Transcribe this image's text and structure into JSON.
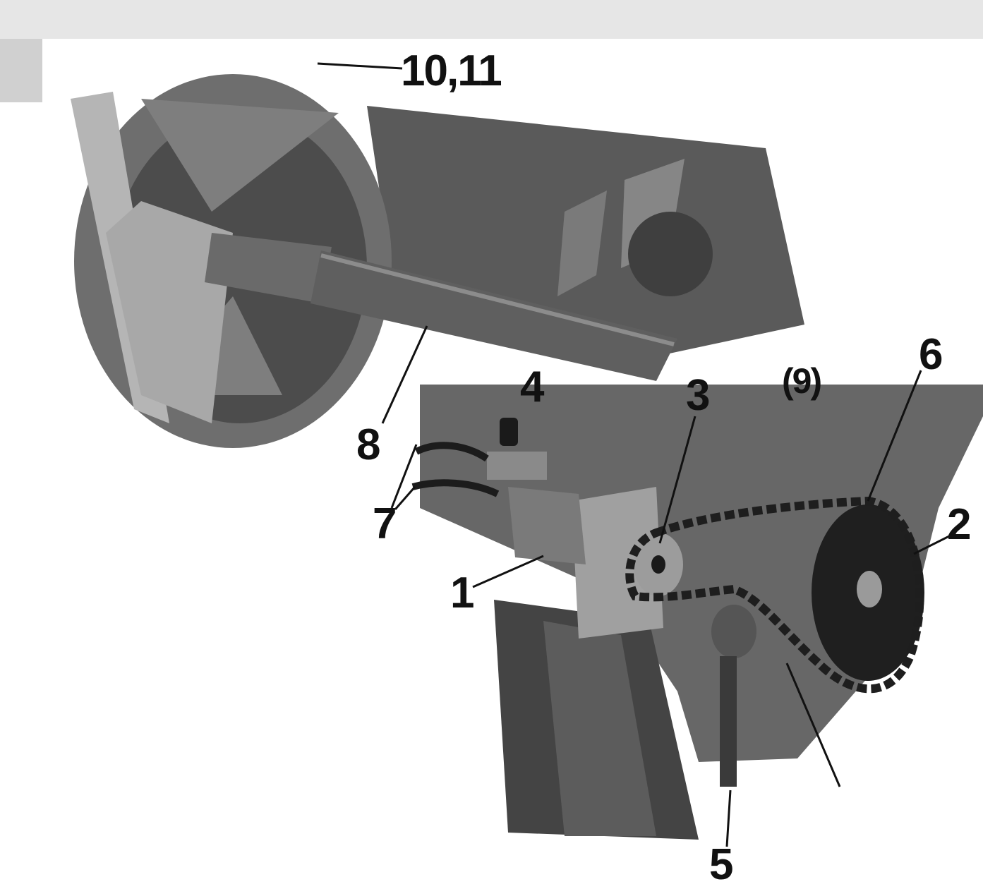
{
  "callouts": {
    "c1": "1",
    "c2": "2",
    "c3": "3",
    "c4": "4",
    "c5": "5",
    "c6": "6",
    "c7": "7",
    "c8": "8",
    "c9": "(9)",
    "c10_11": "10,11"
  },
  "colors": {
    "metal_dark": "#4a4a4a",
    "metal_mid": "#6b6b6b",
    "metal_light": "#9a9a9a",
    "chain": "#1e1e1e",
    "ink": "#111111"
  }
}
